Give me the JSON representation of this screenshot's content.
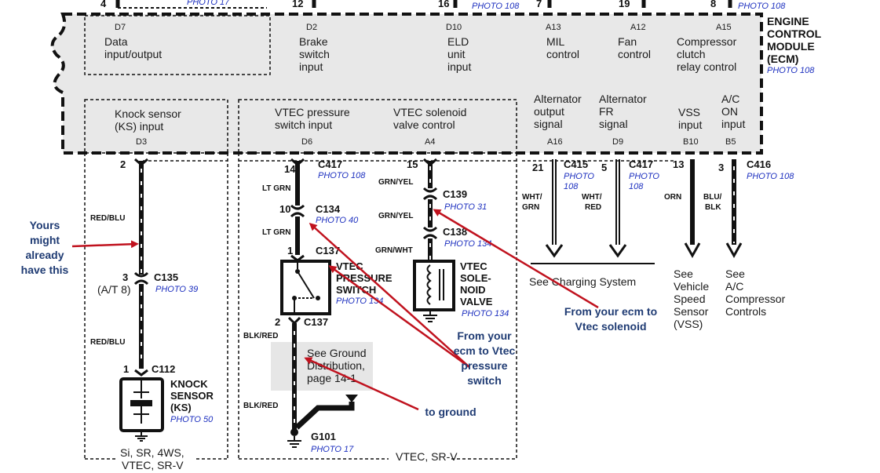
{
  "ecm": {
    "title": [
      "ENGINE",
      "CONTROL",
      "MODULE",
      "(ECM)"
    ],
    "photo": "PHOTO 108"
  },
  "top_strip": {
    "pins": [
      "4",
      "12",
      "16",
      "7",
      "19",
      "8"
    ],
    "photo_left": "PHOTO 17",
    "photo_mid": "PHOTO 108",
    "photo_right": "PHOTO 108"
  },
  "upper_functions": [
    {
      "pin": "D7",
      "lines": [
        "Data",
        "input/output"
      ]
    },
    {
      "pin": "D2",
      "lines": [
        "Brake",
        "switch",
        "input"
      ]
    },
    {
      "pin": "D10",
      "lines": [
        "ELD",
        "unit",
        "input"
      ]
    },
    {
      "pin": "A13",
      "lines": [
        "MIL",
        "control"
      ]
    },
    {
      "pin": "A12",
      "lines": [
        "Fan",
        "control"
      ]
    },
    {
      "pin": "A15",
      "lines": [
        "Compressor",
        "clutch",
        "relay control"
      ]
    }
  ],
  "lower_functions": [
    {
      "pin": "D3",
      "lines": [
        "Knock sensor",
        "(KS) input"
      ]
    },
    {
      "pin": "D6",
      "lines": [
        "VTEC pressure",
        "switch input"
      ]
    },
    {
      "pin": "A4",
      "lines": [
        "VTEC solenoid",
        "valve control"
      ]
    },
    {
      "pin": "A16",
      "lines": [
        "Alternator",
        "output",
        "signal"
      ]
    },
    {
      "pin": "D9",
      "lines": [
        "Alternator",
        "FR",
        "signal"
      ]
    },
    {
      "pin": "B10",
      "lines": [
        "VSS",
        "input"
      ]
    },
    {
      "pin": "B5",
      "lines": [
        "A/C",
        "ON",
        "input"
      ]
    }
  ],
  "knock": {
    "pin_top": "2",
    "wire1": "RED/BLU",
    "conn1_num": "3",
    "conn1_sub": "(A/T 8)",
    "conn1": "C135",
    "conn1_photo": "PHOTO 39",
    "wire2": "RED/BLU",
    "conn2_num": "1",
    "conn2": "C112",
    "sensor": [
      "KNOCK",
      "SENSOR",
      "(KS)"
    ],
    "sensor_photo": "PHOTO 50",
    "footer": [
      "Si, SR, 4WS,",
      "VTEC, SR-V"
    ]
  },
  "vtec_switch": {
    "pin_a": "14",
    "conn_a": "C417",
    "photo_a": "PHOTO 108",
    "wire_a": "LT GRN",
    "pin_b": "10",
    "conn_b": "C134",
    "photo_b": "PHOTO 40",
    "wire_b": "LT GRN",
    "pin_c": "1",
    "conn_c": "C137",
    "name": [
      "VTEC",
      "PRESSURE",
      "SWITCH"
    ],
    "photo": "PHOTO 134",
    "pin_d": "2",
    "conn_d": "C137",
    "wire_c": "BLK/RED",
    "wire_d": "BLK/RED",
    "ground_note": [
      "See Ground",
      "Distribution,",
      "page 14-1"
    ],
    "ground": "G101",
    "ground_photo": "PHOTO 17"
  },
  "vtec_solenoid": {
    "pin_a": "15",
    "wire_a": "GRN/YEL",
    "conn_a": "C139",
    "photo_a": "PHOTO 31",
    "wire_b": "GRN/YEL",
    "conn_b": "C138",
    "photo_b": "PHOTO 134",
    "wire_c": "GRN/WHT",
    "name": [
      "VTEC",
      "SOLE-",
      "NOID",
      "VALVE"
    ],
    "photo": "PHOTO 134",
    "footer": "VTEC, SR-V"
  },
  "alternator": {
    "pin_a": "21",
    "conn_a": "C415",
    "photo_a": [
      "PHOTO",
      "108"
    ],
    "wire_a": [
      "WHT/",
      "GRN"
    ],
    "pin_b": "5",
    "conn_b": "C417",
    "photo_b": [
      "PHOTO",
      "108"
    ],
    "wire_b": [
      "WHT/",
      "RED"
    ],
    "see": "See Charging System"
  },
  "vss": {
    "pin": "13",
    "wire": "ORN",
    "see": [
      "See",
      "Vehicle",
      "Speed",
      "Sensor",
      "(VSS)"
    ]
  },
  "ac": {
    "pin": "3",
    "conn": "C416",
    "photo": "PHOTO 108",
    "wire": [
      "BLU/",
      "BLK"
    ],
    "see": [
      "See",
      "A/C",
      "Compressor",
      "Controls"
    ]
  },
  "annotations": {
    "yours": [
      "Yours",
      "might",
      "already",
      "have this"
    ],
    "pressure": [
      "From your",
      "ecm to Vtec",
      "pressure",
      "switch"
    ],
    "solenoid": [
      "From your ecm to",
      "Vtec solenoid"
    ],
    "ground": "to ground"
  },
  "colors": {
    "ecm_fill": "#e8e8e8",
    "line": "#111111",
    "photo": "#1c2fbf",
    "note_text": "#1f3b73",
    "arrow": "#c0121e",
    "ground_note_fill": "#e6e6e6"
  }
}
